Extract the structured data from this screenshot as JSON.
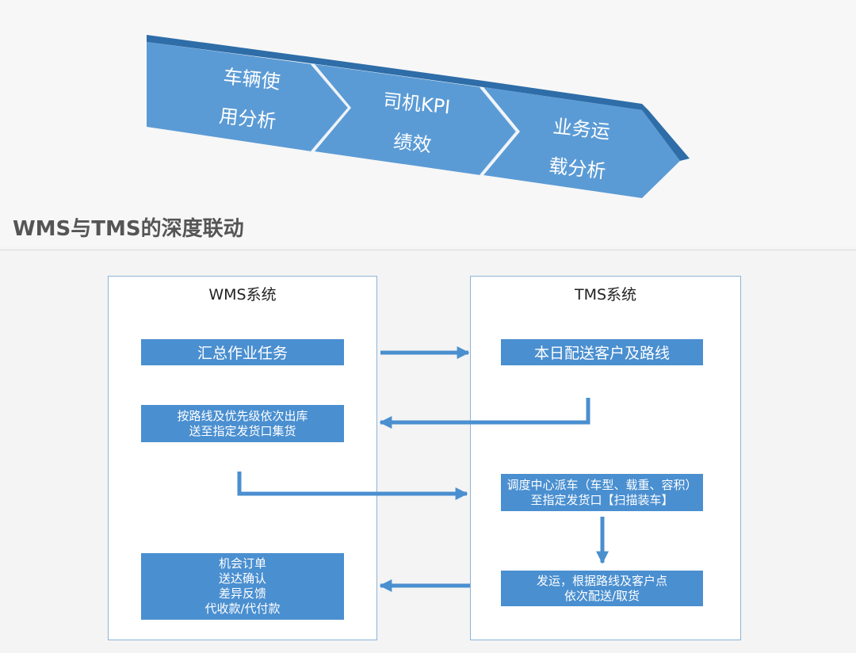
{
  "chevrons": [
    {
      "lines": [
        "车辆使",
        "用分析"
      ]
    },
    {
      "lines": [
        "司机KPI",
        "绩效"
      ]
    },
    {
      "lines": [
        "业务运",
        "载分析"
      ]
    }
  ],
  "section_title": "WMS与TMS的深度联动",
  "wms": {
    "title": "WMS系统",
    "box1": "汇总作业任务",
    "box2": [
      "按路线及优先级依次出库",
      "送至指定发货口集货"
    ],
    "box3": [
      "机会订单",
      "送达确认",
      "差异反馈",
      "代收款/代付款"
    ]
  },
  "tms": {
    "title": "TMS系统",
    "box1": "本日配送客户及路线",
    "box2": [
      "调度中心派车（车型、载重、容积）",
      "至指定发货口【扫描装车】"
    ],
    "box3": [
      "发运，根据路线及客户点",
      "依次配送/取货"
    ]
  },
  "colors": {
    "box_fill": "#4a8fd0",
    "chevron_front": "#5b9bd5",
    "chevron_top": "#2e6da8",
    "arrow": "#4a8fd0",
    "panel_border": "#8db3d8"
  }
}
